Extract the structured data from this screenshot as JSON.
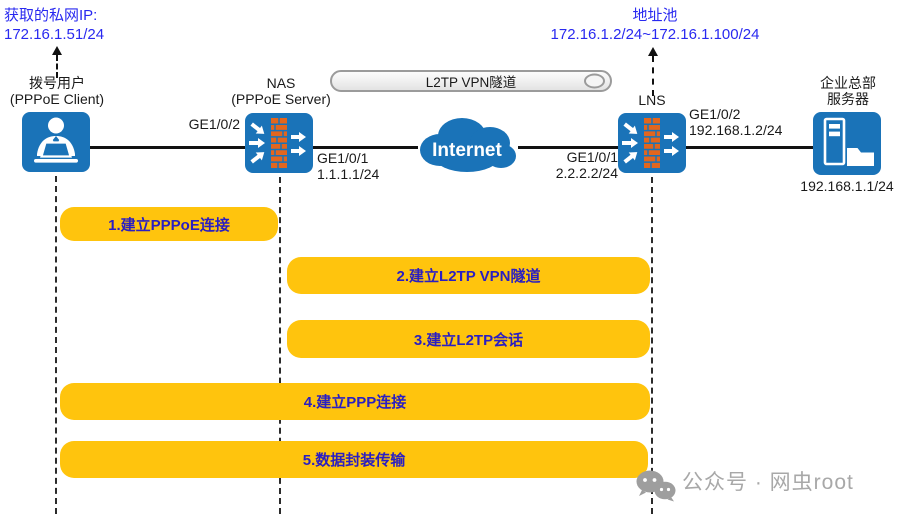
{
  "diagram": {
    "annotations": {
      "client_ip": {
        "line1": "获取的私网IP:",
        "line2": "172.16.1.51/24"
      },
      "address_pool": {
        "line1": "地址池",
        "line2": "172.16.1.2/24~172.16.1.100/24"
      }
    },
    "tunnel_label": "L2TP VPN隧道",
    "nodes": {
      "client": {
        "title": "拨号用户",
        "subtitle": "(PPPoE Client)"
      },
      "nas": {
        "title": "NAS",
        "subtitle": "(PPPoE Server)"
      },
      "internet": {
        "label": "Internet"
      },
      "lns": {
        "title": "LNS"
      },
      "server": {
        "title": "企业总部",
        "subtitle": "服务器",
        "ip": "192.168.1.1/24"
      }
    },
    "interfaces": {
      "client_link": "GE1/0/2",
      "nas_wan": "GE1/0/1",
      "nas_wan_ip": "1.1.1.1/24",
      "lns_wan": "GE1/0/1",
      "lns_wan_ip": "2.2.2.2/24",
      "lns_lan": "GE1/0/2",
      "lns_lan_ip": "192.168.1.2/24"
    },
    "steps": [
      {
        "label": "1.建立PPPoE连接"
      },
      {
        "label": "2.建立L2TP VPN隧道"
      },
      {
        "label": "3.建立L2TP会话"
      },
      {
        "label": "4.建立PPP连接"
      },
      {
        "label": "5.数据封装传输"
      }
    ],
    "watermark": "公众号 · 网虫root",
    "colors": {
      "node_blue": "#1A73B8",
      "brick_orange": "#E2661E",
      "step_yellow": "#FFC40D",
      "step_text": "#2A1EC2",
      "annotation_blue": "#2929F0",
      "watermark_gray": "#A8A8A8"
    }
  }
}
